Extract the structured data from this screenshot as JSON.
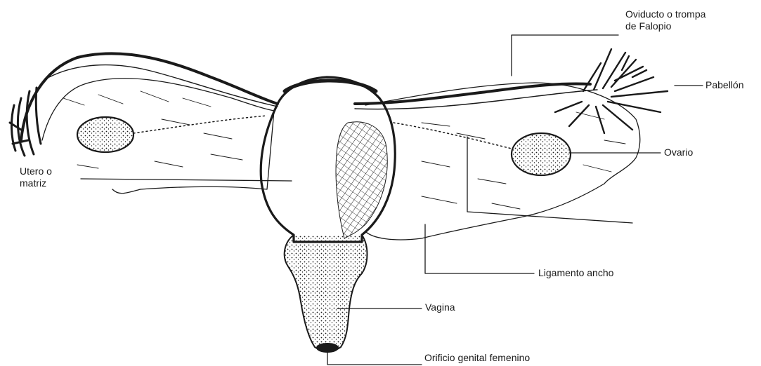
{
  "diagram": {
    "labels": {
      "oviducto_line1": "Oviducto o trompa",
      "oviducto_line2": "de Falopio",
      "pabellon": "Pabellón",
      "ovario": "Ovario",
      "utero_line1": "Utero o",
      "utero_line2": "matriz",
      "ligamento": "Ligamento ancho",
      "vagina": "Vagina",
      "orificio": "Orificio genital femenino"
    },
    "colors": {
      "ink": "#1a1a1a",
      "background": "#ffffff"
    }
  }
}
